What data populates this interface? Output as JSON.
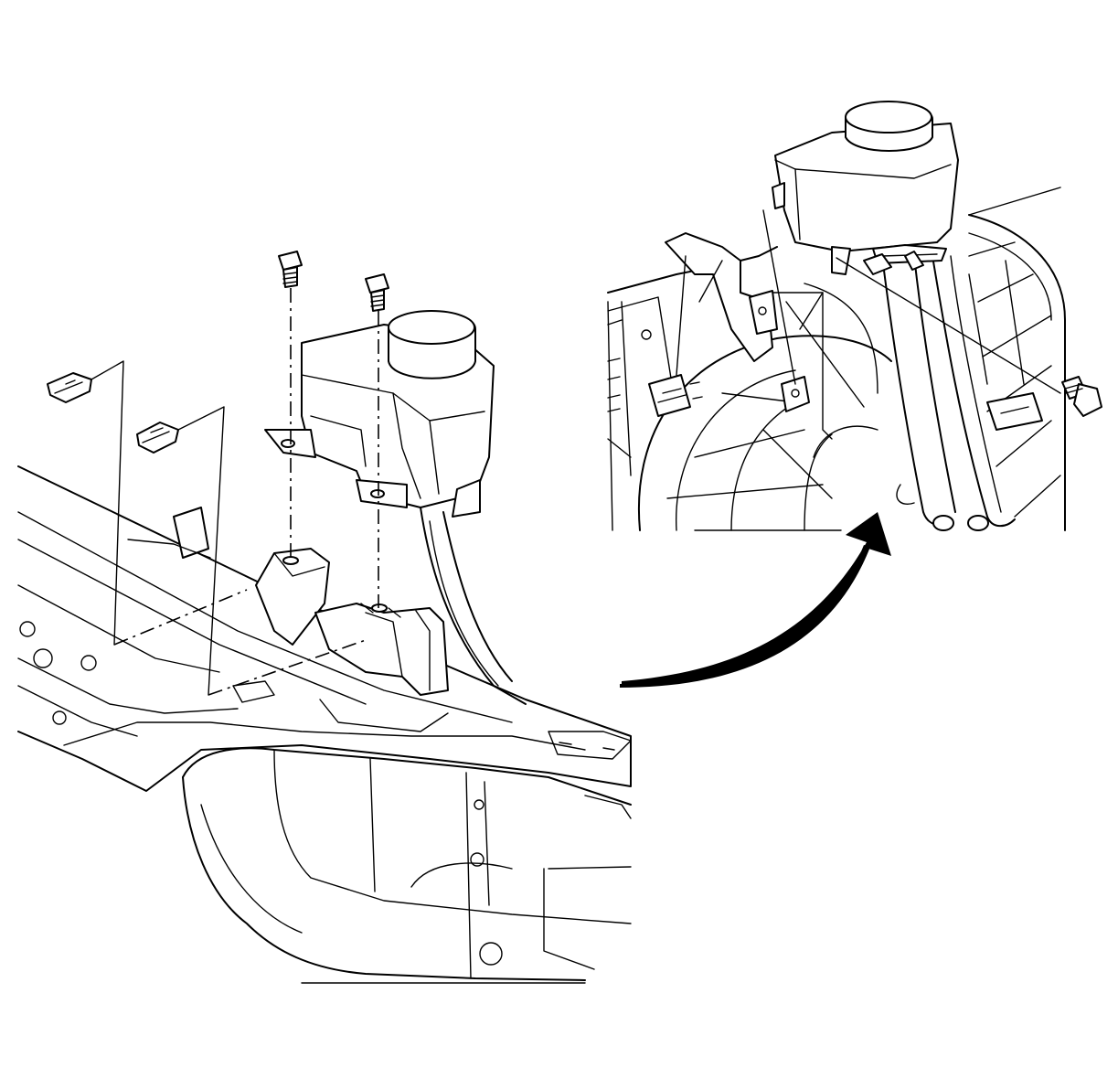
{
  "figure": {
    "description_labels": [],
    "parts": {
      "main_view": "frame-rail-assembly",
      "inset_view": "reservoir-detail",
      "arrow": "view-transition-arrow"
    }
  }
}
